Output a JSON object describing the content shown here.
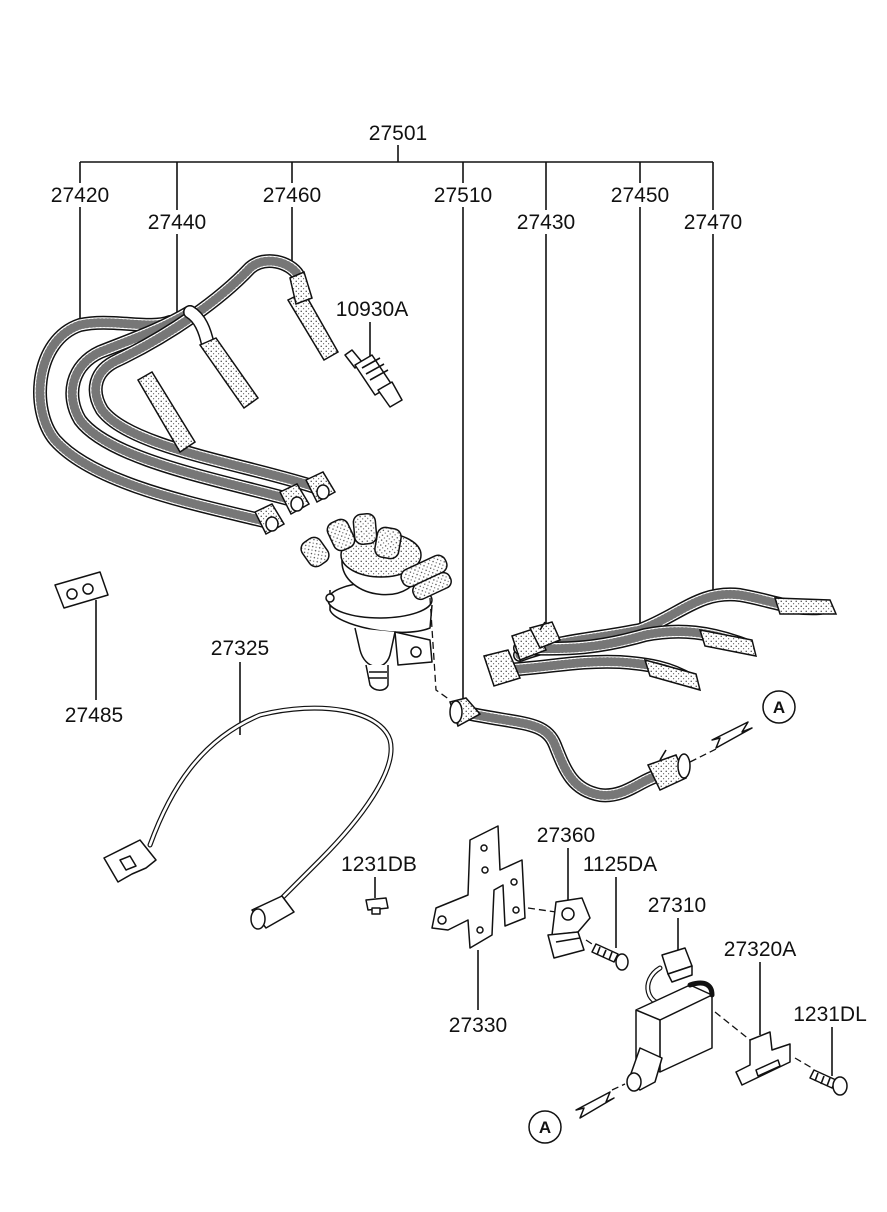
{
  "labels": {
    "assembly": "27501",
    "wire_27420": "27420",
    "wire_27440": "27440",
    "wire_27460": "27460",
    "wire_27510": "27510",
    "wire_27430": "27430",
    "wire_27450": "27450",
    "wire_27470": "27470",
    "spark_plug": "10930A",
    "clip": "27485",
    "sensor_cable": "27325",
    "bolt_sensor": "1231DB",
    "sensor": "27360",
    "screw": "1125DA",
    "bracket": "27330",
    "coil_connector": "27310",
    "coil_bracket": "27320A",
    "bolt_coil": "1231DL"
  },
  "reference_marker": {
    "letter": "A"
  }
}
